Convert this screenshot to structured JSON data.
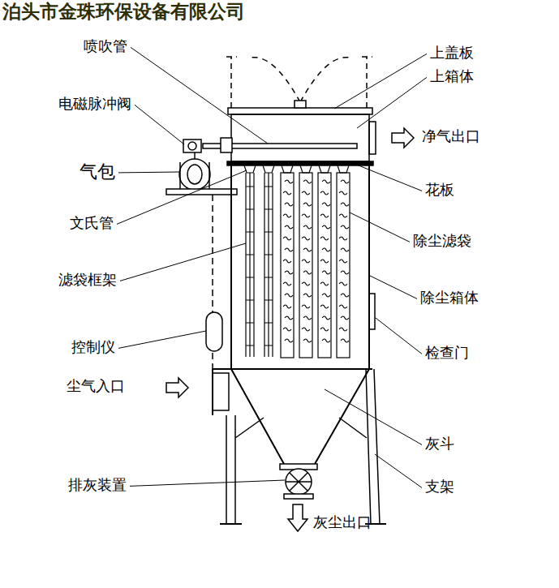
{
  "diagram": {
    "title": "泊头市金珠环保设备有限公司",
    "labels": [
      "喷吹管",
      "上盖板",
      "上箱体",
      "电磁脉冲阀",
      "净气出口",
      "气包",
      "花板",
      "文氏管",
      "除尘滤袋",
      "滤袋框架",
      "除尘箱体",
      "控制仪",
      "检查门",
      "尘气入口",
      "灰斗",
      "排灰装置",
      "支架",
      "灰尘出口"
    ]
  }
}
